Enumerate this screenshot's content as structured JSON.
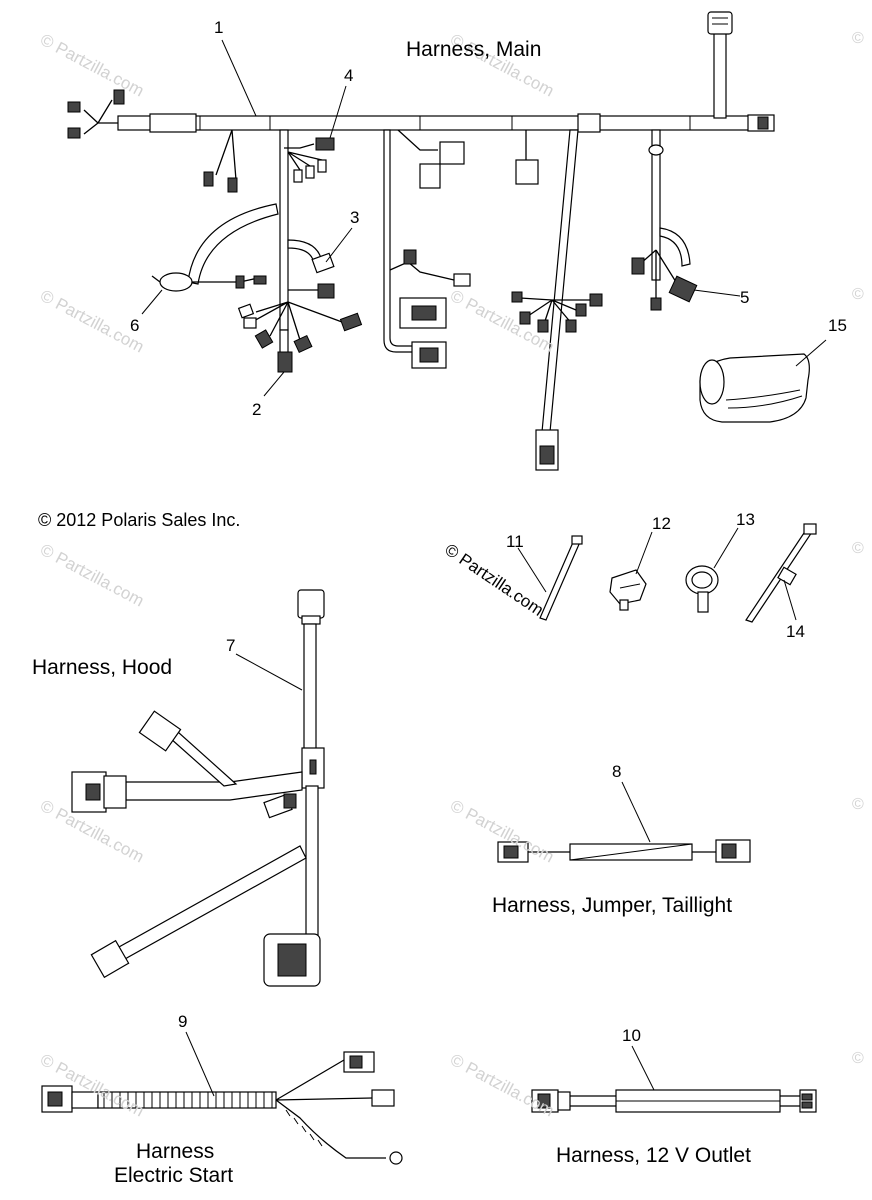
{
  "titles": {
    "main": "Harness, Main",
    "hood": "Harness, Hood",
    "jumper": "Harness, Jumper, Taillight",
    "start_line1": "Harness",
    "start_line2": "Electric Start",
    "outlet": "Harness, 12 V Outlet"
  },
  "copyright": "© 2012 Polaris Sales Inc.",
  "watermark": "© Partzilla.com",
  "watermark_corner": "©",
  "callouts": {
    "c1": "1",
    "c2": "2",
    "c3": "3",
    "c4": "4",
    "c5": "5",
    "c6": "6",
    "c7": "7",
    "c8": "8",
    "c9": "9",
    "c10": "10",
    "c11": "11",
    "c12": "12",
    "c13": "13",
    "c14": "14",
    "c15": "15"
  },
  "icons": {
    "main-harness": "wire-harness-drawing",
    "conduit": "split-loom-conduit-drawing",
    "cable-tie": "cable-tie-drawing",
    "clip": "harness-clip-drawing",
    "connector": "electrical-connector-drawing"
  }
}
